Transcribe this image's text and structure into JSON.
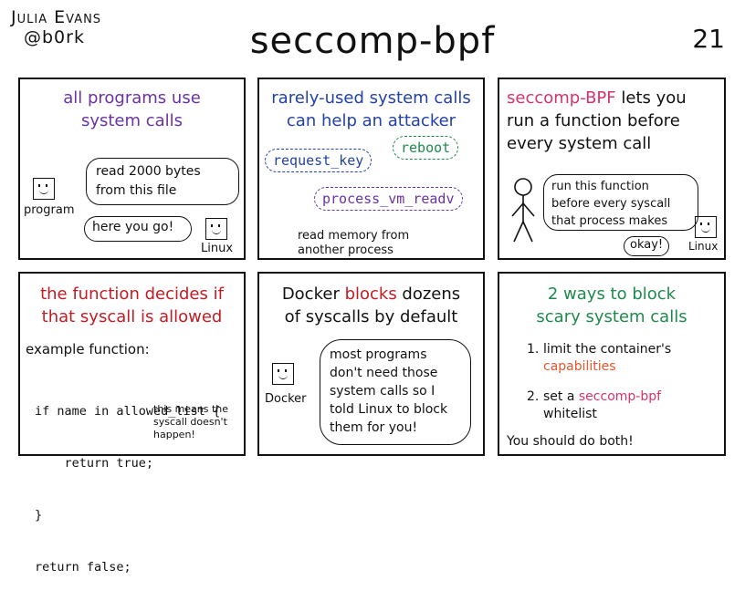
{
  "header": {
    "author_name": "Julia Evans",
    "author_handle": "@b0rk",
    "title": "seccomp-bpf",
    "page_number": "21"
  },
  "panel1": {
    "heading_line1": "all programs use",
    "heading_line2": "system calls",
    "bubble_line1": "read  2000 bytes",
    "bubble_line2": "from this file",
    "program_label": "program",
    "reply": "here you go!",
    "linux_label": "Linux"
  },
  "panel2": {
    "heading_line1": "rarely-used system calls",
    "heading_line2": "can help an attacker",
    "syscall1": "request_key",
    "syscall2": "reboot",
    "syscall3": "process_vm_readv",
    "note_line1": "read memory from",
    "note_line2": "another process"
  },
  "panel3": {
    "heading_part1": "seccomp-BPF",
    "heading_part2": " lets you",
    "heading_line2": "run a function before",
    "heading_line3": "every system call",
    "bubble_line1": "run this function",
    "bubble_line2": "before every syscall",
    "bubble_line3": "that process makes",
    "reply": "okay!",
    "linux_label": "Linux"
  },
  "panel4": {
    "heading_line1": "the function decides if",
    "heading_line2": "that syscall is allowed",
    "example_label": "example function:",
    "code_line1": "if name in allowed_list {",
    "code_line2": "    return true;",
    "code_line3": "}",
    "code_line4": "return false;",
    "note_line1": "this means the",
    "note_line2": "syscall doesn't",
    "note_line3": "happen!"
  },
  "panel5": {
    "heading_part1": "Docker ",
    "heading_part2": "blocks",
    "heading_part3": " dozens",
    "heading_line2": "of syscalls by default",
    "thought_line1": "most programs",
    "thought_line2": "don't need those",
    "thought_line3": "system calls so I",
    "thought_line4": "told Linux to block",
    "thought_line5": "them for you!",
    "docker_label": "Docker"
  },
  "panel6": {
    "heading_line1": "2 ways to block",
    "heading_line2": "scary system calls",
    "item1_prefix": "1.",
    "item1_line1": "limit the container's",
    "item1_line2": "capabilities",
    "item2_prefix": "2.",
    "item2_part1": "set a ",
    "item2_part2": "seccomp-bpf",
    "item2_line2": "whitelist",
    "footer": "You should do both!"
  },
  "colors": {
    "purple": "#6a32a6",
    "blue": "#2341a8",
    "green": "#1f8a4c",
    "pink": "#d6336c",
    "red": "#c21d24",
    "orange": "#e4572e"
  }
}
